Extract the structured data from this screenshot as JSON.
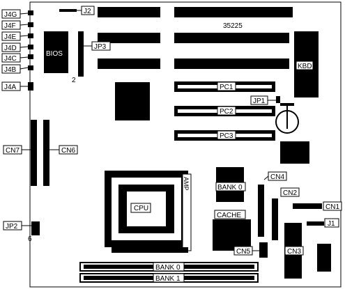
{
  "board_id": "35225",
  "labels": {
    "j4g": "J4G",
    "j4f": "J4F",
    "j4e": "J4E",
    "j4d": "J4D",
    "j4c": "J4C",
    "j4b": "J4B",
    "j4a": "J4A",
    "j2": "J2",
    "jp3": "JP3",
    "jp3_pin": "2",
    "bios": "BIOS",
    "kbd": "KBD",
    "pc1": "PC1",
    "pc2": "PC2",
    "pc3": "PC3",
    "jp1": "JP1",
    "cn7": "CN7",
    "cn6": "CN6",
    "cn4": "CN4",
    "cn2": "CN2",
    "cn1": "CN1",
    "j1": "J1",
    "cn5": "CN5",
    "cn3": "CN3",
    "jp2": "JP2",
    "jp2_pin": "6",
    "cpu": "CPU",
    "amp": "AMP",
    "bank0_cache": "BANK 0",
    "cache": "CACHE",
    "bank0_simm": "BANK 0",
    "bank1_simm": "BANK 1"
  },
  "colors": {
    "ink": "#000000",
    "paper": "#ffffff"
  }
}
